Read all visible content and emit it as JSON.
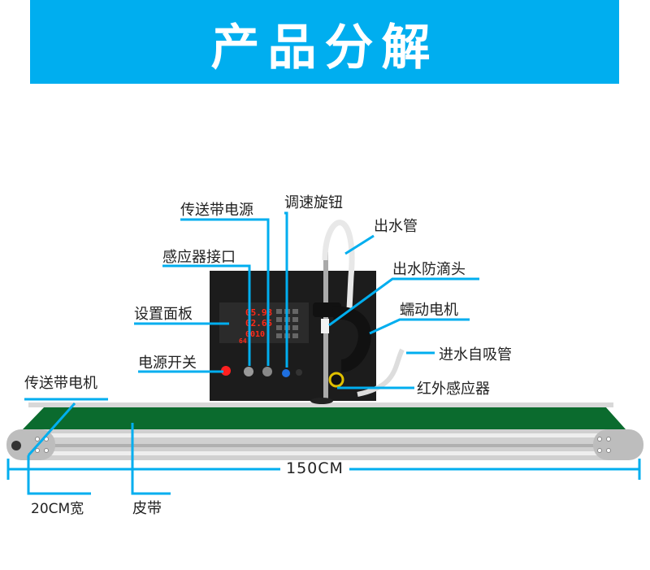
{
  "banner": {
    "title": "产品分解"
  },
  "labels": {
    "conveyor_power": "传送带电源",
    "speed_knob": "调速旋钮",
    "outlet_pipe": "出水管",
    "sensor_port": "感应器接口",
    "anti_drip_head": "出水防滴头",
    "control_panel": "设置面板",
    "peristaltic_motor": "蠕动电机",
    "inlet_pipe": "进水自吸管",
    "power_switch": "电源开关",
    "conveyor_motor": "传送带电机",
    "infrared_sensor": "红外感应器",
    "length": "150CM",
    "width": "20CM宽",
    "belt": "皮带"
  },
  "display": {
    "row1": "05.98",
    "row2": "02.65",
    "row3": "0010",
    "row4": "64"
  },
  "colors": {
    "accent": "#00aeef",
    "belt": "#0b6b2e",
    "rail": "#c9c9c9",
    "machine": "#1a1a1a",
    "display": "#ff2a1a"
  }
}
